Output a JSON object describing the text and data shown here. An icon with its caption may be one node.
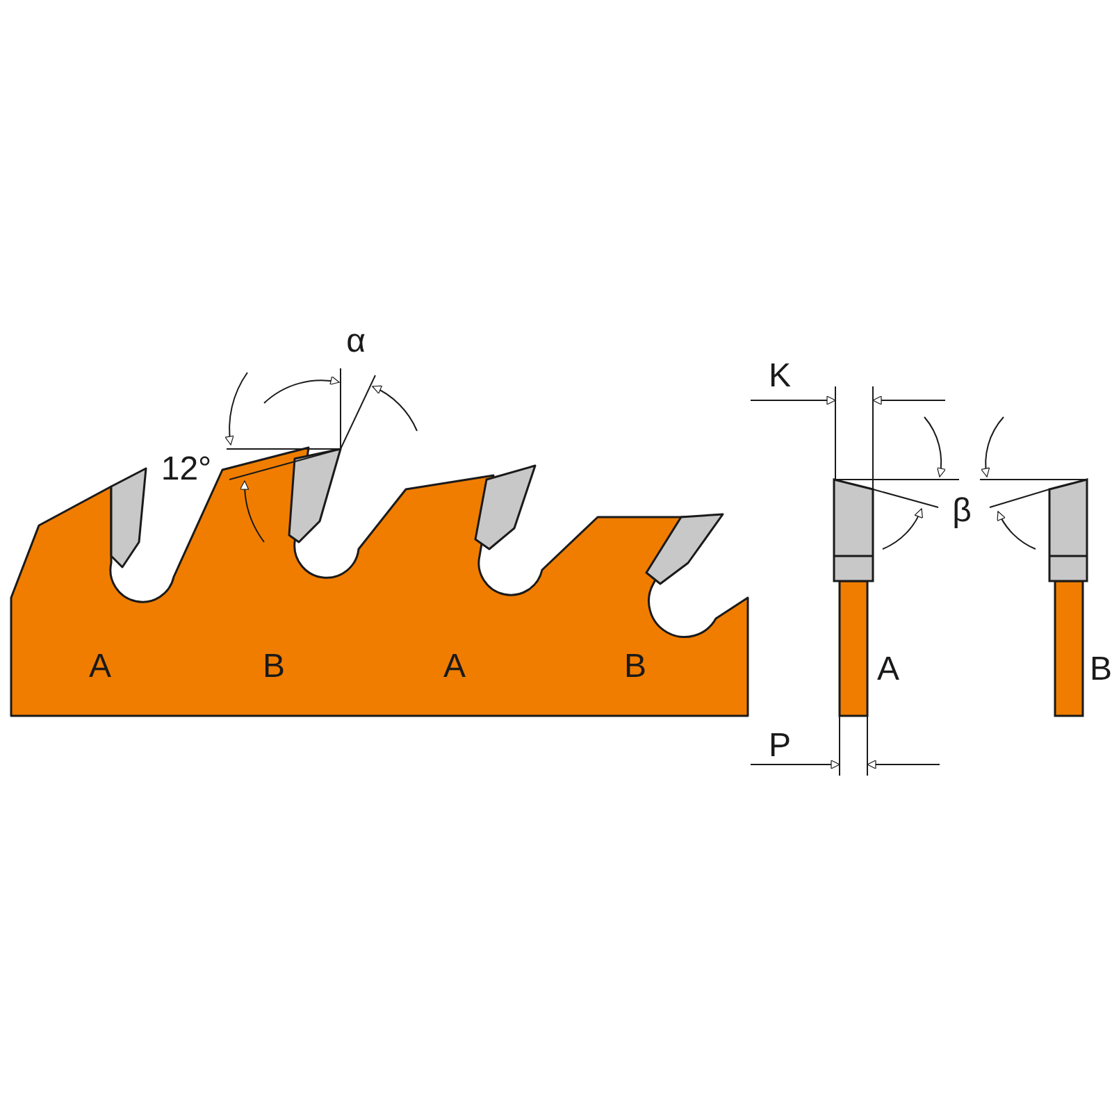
{
  "diagram": {
    "labels": [
      "α",
      "K",
      "12°",
      "β",
      "A",
      "B",
      "A",
      "B",
      "A",
      "B",
      "P"
    ]
  }
}
